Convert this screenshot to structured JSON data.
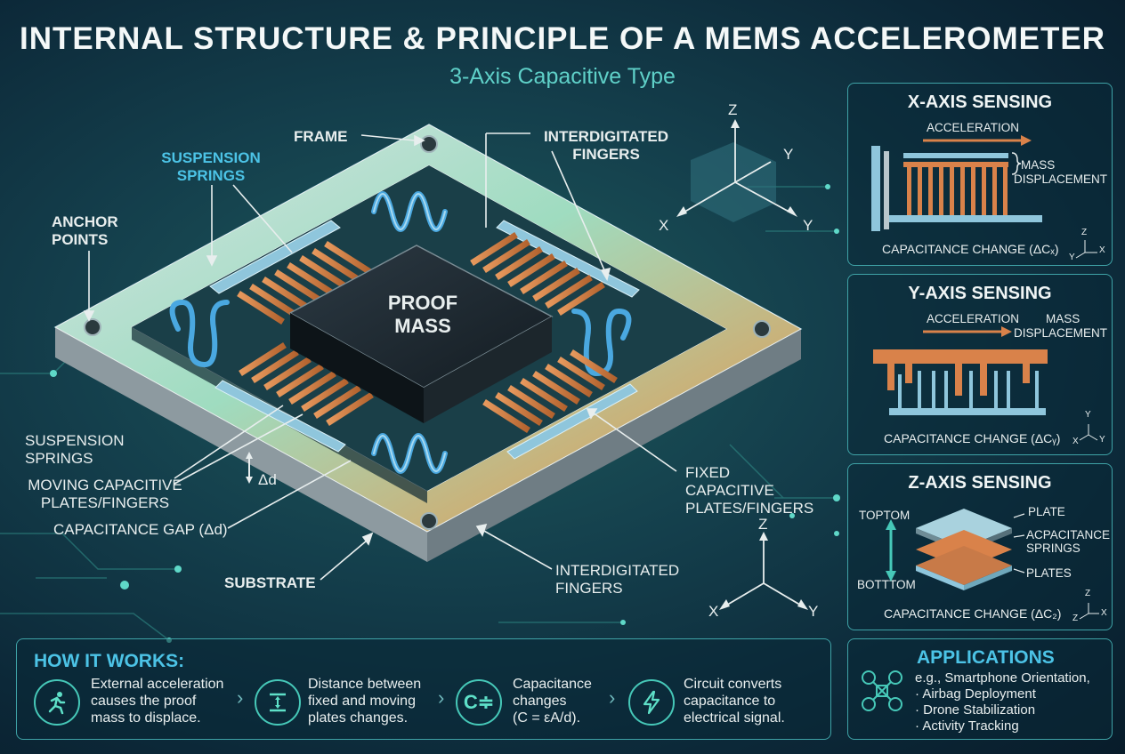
{
  "title": "INTERNAL STRUCTURE & PRINCIPLE OF A MEMS ACCELEROMETER",
  "subtitle": "3-Axis Capacitive Type",
  "diagram": {
    "proof_mass": "PROOF MASS",
    "labels": {
      "frame": "FRAME",
      "suspension_springs_top": "SUSPENSION SPRINGS",
      "anchor_points": "ANCHOR POINTS",
      "interdigitated_fingers_top": "INTERDIGITATED FINGERS",
      "suspension_springs_left": "SUSPENSION SPRINGS",
      "moving_plates": "MOVING CAPACITIVE PLATES/FINGERS",
      "capacitance_gap": "CAPACITANCE GAP (Δd)",
      "delta_d": "Δd",
      "substrate": "SUBSTRATE",
      "fixed_plates": "FIXED CAPACITIVE PLATES/FINGERS",
      "interdigitated_fingers_bottom": "INTERDIGITATED FINGERS"
    },
    "axes_top": {
      "z": "Z",
      "y1": "Y",
      "x": "X",
      "y2": "Y"
    },
    "axes_bottom": {
      "z": "Z",
      "x": "X",
      "y": "Y"
    }
  },
  "panels": {
    "x_axis": {
      "title": "X-AXIS SENSING",
      "acceleration": "ACCELERATION",
      "mass": "MASS",
      "displacement": "DISPLACEMENT",
      "capacitance": "CAPACITANCE CHANGE (ΔCₓ)",
      "mini_axes": {
        "z": "Z",
        "y": "Y",
        "x": "X"
      }
    },
    "y_axis": {
      "title": "Y-AXIS SENSING",
      "acceleration": "ACCELERATION",
      "mass": "MASS",
      "displacement": "DISPLACEMENT",
      "capacitance": "CAPACITANCE CHANGE (ΔCᵧ)",
      "mini_axes": {
        "y": "Y",
        "x": "X",
        "y2": "Y"
      }
    },
    "z_axis": {
      "title": "Z-AXIS SENSING",
      "top": "TOPTOM",
      "bottom": "BOTTTOM",
      "plate": "PLATE",
      "acap1": "ACPACITANCE",
      "acap2": "SPRINGS",
      "plates": "PLATES",
      "capacitance": "CAPACITANCE CHANGE (ΔC₂)",
      "mini_axes": {
        "z": "Z",
        "z2": "Z",
        "x": "X"
      }
    }
  },
  "how_it_works": {
    "title": "HOW IT WORKS:",
    "steps": [
      {
        "icon": "running-person-icon",
        "line1": "External acceleration",
        "line2": "causes the proof",
        "line3": "mass to displace."
      },
      {
        "icon": "gap-arrows-icon",
        "line1": "Distance between",
        "line2": "fixed and moving",
        "line3": "plates changes."
      },
      {
        "icon": "capacitor-icon",
        "line1": "Capacitance",
        "line2": "changes",
        "line3": "(C = εA/d)."
      },
      {
        "icon": "lightning-icon",
        "line1": "Circuit converts",
        "line2": "capacitance to",
        "line3": "electrical signal."
      }
    ]
  },
  "applications": {
    "title": "APPLICATIONS",
    "items": [
      "e.g., Smartphone Orientation,",
      "· Airbag Deployment",
      "· Drone Stabilization",
      "· Activity Tracking"
    ]
  },
  "colors": {
    "accent_cyan": "#4cc3e6",
    "accent_teal": "#46c8b8",
    "copper": "#d9824a",
    "frame_steel": "#b9c7cc"
  }
}
